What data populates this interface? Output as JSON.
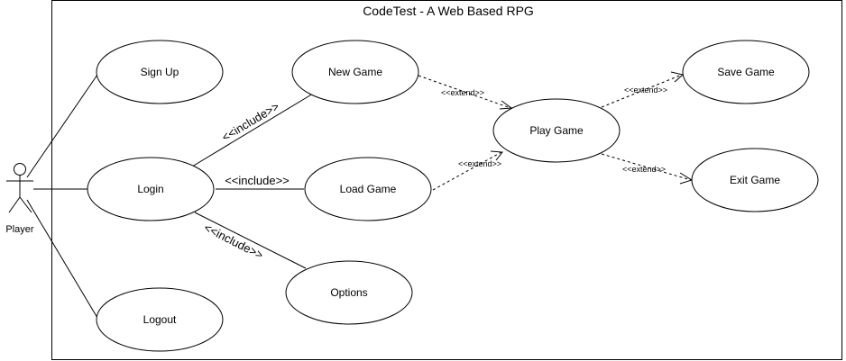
{
  "system": {
    "title": "CodeTest - A Web Based RPG"
  },
  "actor": {
    "name": "Player"
  },
  "use_cases": {
    "sign_up": "Sign Up",
    "login": "Login",
    "logout": "Logout",
    "new_game": "New Game",
    "load_game": "Load Game",
    "options": "Options",
    "play_game": "Play Game",
    "save_game": "Save Game",
    "exit_game": "Exit Game"
  },
  "relationships": {
    "include": "<<include>>",
    "extend": "<<extend>>"
  }
}
